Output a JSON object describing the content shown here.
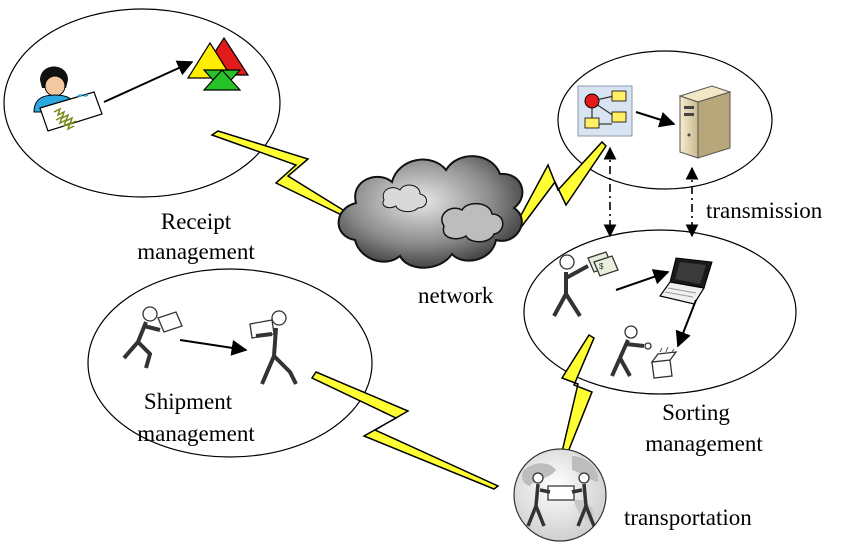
{
  "labels": {
    "receipt": [
      "Receipt",
      "management"
    ],
    "shipment": [
      "Shipment",
      "management"
    ],
    "sorting": [
      "Sorting",
      "management"
    ],
    "network": "network",
    "transmission": "transmission",
    "transportation": "transportation"
  },
  "icons": {
    "receipt_person": "person-with-parcel-icon",
    "logo": "tricolor-triangles-logo-icon",
    "mover1": "running-mover-icon",
    "mover2": "carrier-icon",
    "cloud": "storm-cloud-icon",
    "flowchart": "flowchart-icon",
    "server": "server-tower-icon",
    "sorter": "worker-with-banknotes-icon",
    "laptop": "laptop-icon",
    "packer": "packing-worker-icon",
    "globe": "globe-transport-icon"
  },
  "colors": {
    "lightning": "#ffff33",
    "red": "#e31b1b",
    "yellow": "#ffee00",
    "green": "#27c227"
  }
}
